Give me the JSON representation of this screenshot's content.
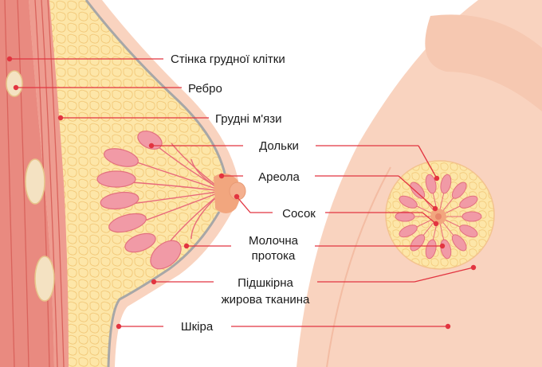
{
  "colors": {
    "skin": "#f9d3bf",
    "skin_shade": "#f3bca3",
    "fat": "#fde6a8",
    "fat_cell_stroke": "#f2c97a",
    "muscle": "#e98a80",
    "muscle_dark": "#d9635c",
    "rib": "#f4e2c2",
    "lobule": "#f19aa6",
    "lobule_dark": "#e3707f",
    "duct": "#e8697a",
    "nipple": "#f2a67e",
    "leader_line": "#e23440",
    "outline_gray": "#9a9a9a"
  },
  "labels": {
    "chest_wall": "Стінка грудної клітки",
    "rib": "Ребро",
    "pectoral_muscles": "Грудні м'язи",
    "lobules": "Дольки",
    "areola": "Ареола",
    "nipple": "Сосок",
    "milk_duct_line1": "Молочна",
    "milk_duct_line2": "протока",
    "fat_line1": "Підшкірна",
    "fat_line2": "жирова тканина",
    "skin": "Шкіра"
  },
  "icons": {
    "marker": "red-dot"
  }
}
